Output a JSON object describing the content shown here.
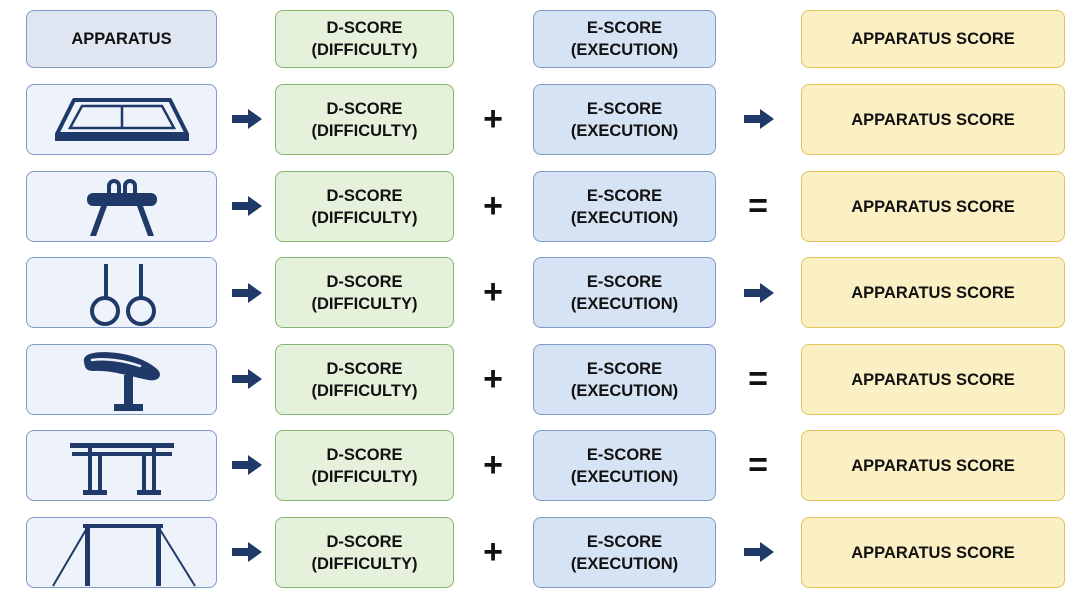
{
  "header": {
    "apparatus": "APPARATUS",
    "d_score": "D-SCORE\n(DIFFICULTY)",
    "e_score": "E-SCORE\n(EXECUTION)",
    "apparatus_score": "APPARATUS SCORE"
  },
  "rows": [
    {
      "icon": "floor-exercise-icon",
      "d_score": "D-SCORE\n(DIFFICULTY)",
      "operator": "+",
      "e_score": "E-SCORE\n(EXECUTION)",
      "result_symbol": "arrow",
      "apparatus_score": "APPARATUS SCORE"
    },
    {
      "icon": "pommel-horse-icon",
      "d_score": "D-SCORE\n(DIFFICULTY)",
      "operator": "+",
      "e_score": "E-SCORE\n(EXECUTION)",
      "result_symbol": "=",
      "apparatus_score": "APPARATUS SCORE"
    },
    {
      "icon": "still-rings-icon",
      "d_score": "D-SCORE\n(DIFFICULTY)",
      "operator": "+",
      "e_score": "E-SCORE\n(EXECUTION)",
      "result_symbol": "arrow",
      "apparatus_score": "APPARATUS SCORE"
    },
    {
      "icon": "vault-icon",
      "d_score": "D-SCORE\n(DIFFICULTY)",
      "operator": "+",
      "e_score": "E-SCORE\n(EXECUTION)",
      "result_symbol": "=",
      "apparatus_score": "APPARATUS SCORE"
    },
    {
      "icon": "parallel-bars-icon",
      "d_score": "D-SCORE\n(DIFFICULTY)",
      "operator": "+",
      "e_score": "E-SCORE\n(EXECUTION)",
      "result_symbol": "=",
      "apparatus_score": "APPARATUS SCORE"
    },
    {
      "icon": "horizontal-bar-icon",
      "d_score": "D-SCORE\n(DIFFICULTY)",
      "operator": "+",
      "e_score": "E-SCORE\n(EXECUTION)",
      "result_symbol": "arrow",
      "apparatus_score": "APPARATUS SCORE"
    }
  ],
  "colors": {
    "icon": "#1f3a68",
    "arrow": "#1f3a68",
    "apparatus_fill": "#eef2fa",
    "d_score_fill": "#e6f1dc",
    "e_score_fill": "#d6e3f4",
    "apparatus_score_fill": "#fbefc4"
  }
}
